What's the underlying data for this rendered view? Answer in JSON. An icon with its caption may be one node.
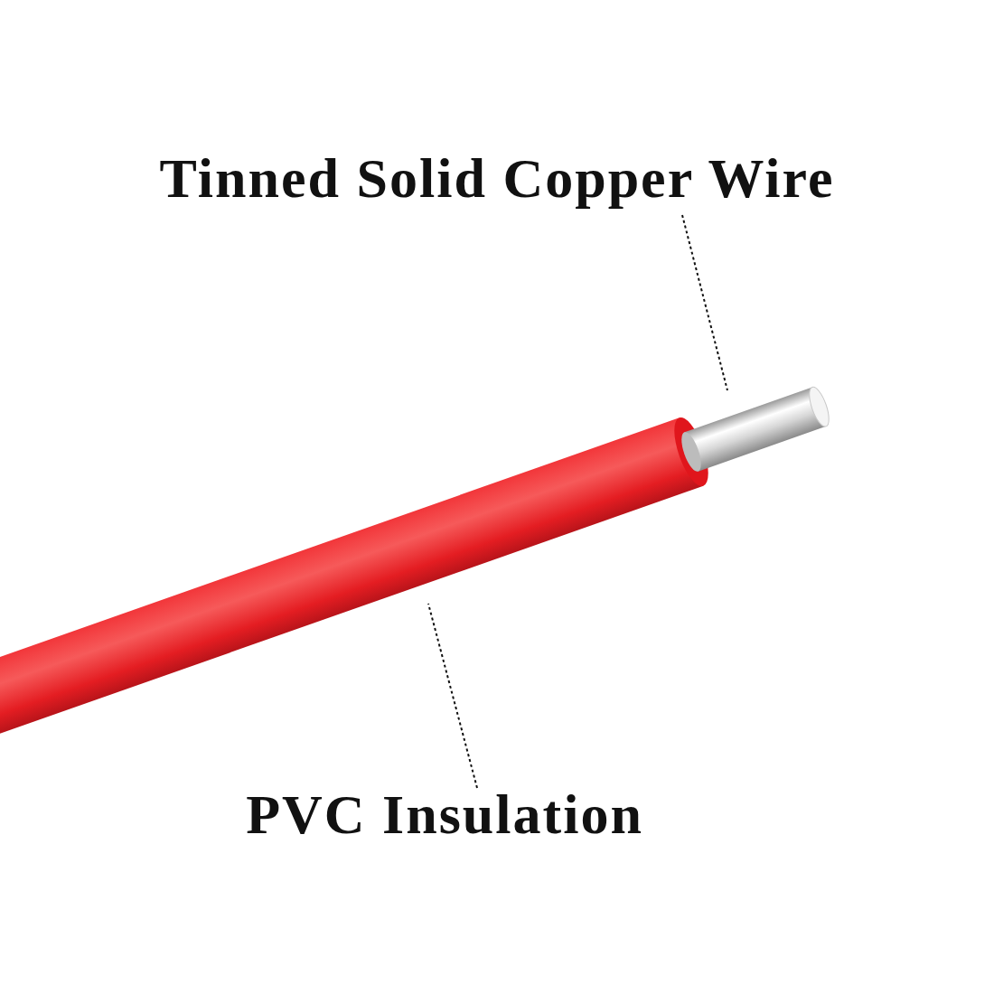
{
  "diagram": {
    "nodes": [
      {
        "text": [
          "Tinned Solid Copper Wire"
        ]
      },
      {
        "text": [],
        "shape": "cylinder"
      },
      {
        "text": [],
        "shape": "cylinder"
      },
      {
        "text": [
          "PVC Insulation"
        ]
      }
    ],
    "edges": [
      {
        "from": 0,
        "to": 1,
        "arrow": "none",
        "style": "dashed"
      },
      {
        "from": 3,
        "to": 2,
        "arrow": "none",
        "style": "dashed"
      }
    ]
  }
}
